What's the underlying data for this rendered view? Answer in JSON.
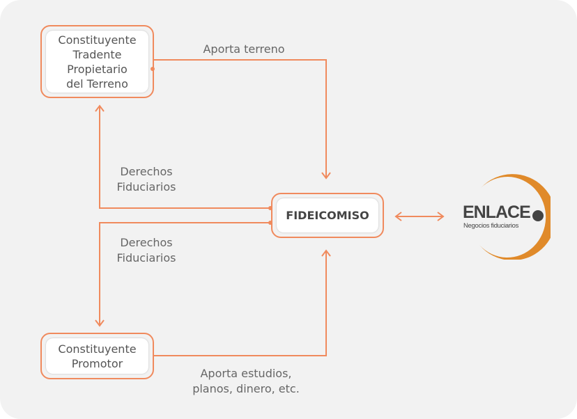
{
  "nodes": {
    "landowner": "Constituyente\nTradente\nPropietario\ndel Terreno",
    "trust": "FIDEICOMISO",
    "developer": "Constituyente\nPromotor"
  },
  "edges": {
    "land": "Aporta terreno",
    "rights1": "Derechos\nFiduciarios",
    "rights2": "Derechos\nFiduciarios",
    "studies": "Aporta estudios,\nplanos, dinero, etc."
  },
  "logo": {
    "name": "ENLACE",
    "tagline": "Negocios fiduciarios"
  },
  "colors": {
    "accent": "#f08a5d",
    "logo_orange": "#e08a2a",
    "logo_text": "#444444"
  }
}
